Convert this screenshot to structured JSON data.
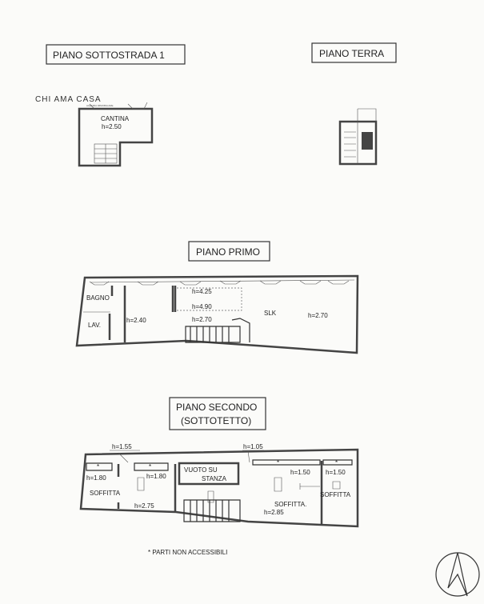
{
  "logo": {
    "name": "CHI AMA CASA",
    "tagline": "AGENZIA IMMOBILIARE"
  },
  "sections": {
    "sottostrada": {
      "title": "PIANO SOTTOSTRADA 1",
      "rooms": {
        "cantina": "CANTINA",
        "cantina_h": "h=2.50"
      }
    },
    "terra": {
      "title": "PIANO TERRA"
    },
    "primo": {
      "title": "PIANO PRIMO",
      "rooms": {
        "bagno": "BAGNO",
        "lav": "LAV.",
        "h240": "h=2.40",
        "h425": "h=4.25",
        "h490": "h=4.90",
        "h270a": "h=2.70",
        "slk": "SLK",
        "h270b": "h=2.70"
      }
    },
    "secondo": {
      "title_line1": "PIANO SECONDO",
      "title_line2": "(SOTTOTETTO)",
      "rooms": {
        "h155": "h=1.55",
        "h105": "h=1.05",
        "h180a": "h=1.80",
        "h180b": "h=1.80",
        "soffitta1": "SOFFITTA",
        "h275": "h=2.75",
        "vuoto1": "VUOTO SU",
        "vuoto2": "STANZA",
        "h150a": "h=1.50",
        "h150b": "h=1.50",
        "soffitta2": "SOFFITTA.",
        "h285": "h=2.85",
        "soffitta3": "SOFFITTA",
        "star": "*"
      }
    }
  },
  "legend": "*   PARTI NON ACCESSIBILI"
}
